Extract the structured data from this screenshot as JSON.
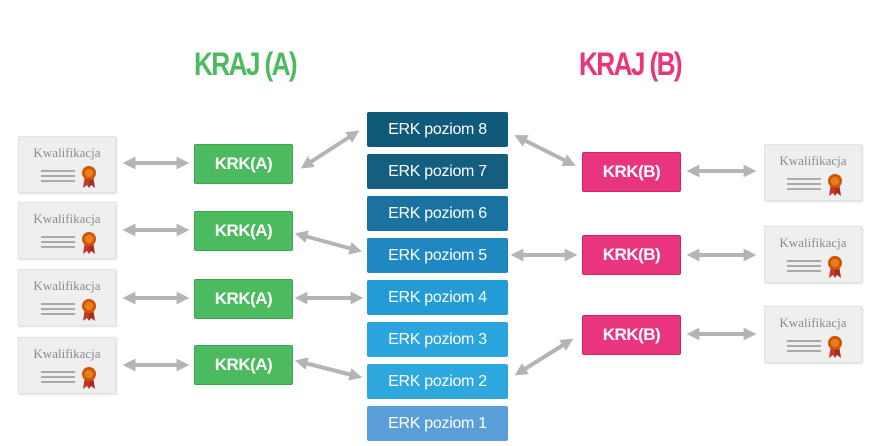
{
  "headings": {
    "country_a": "KRAJ (A)",
    "country_b": "KRAJ (B)"
  },
  "colors": {
    "country_a": "#4cbb5f",
    "country_b": "#e9357d",
    "arrow": "#b4b4b4",
    "erk_levels": [
      "#0f5a78",
      "#145f80",
      "#1a72a3",
      "#1f88c2",
      "#229bd6",
      "#2aa5dd",
      "#2ea7df",
      "#5a9fd9"
    ]
  },
  "qualification_label": "Kwalifikacja",
  "seal_icon": "award-ribbon-icon",
  "krk_a": [
    "KRK(A)",
    "KRK(A)",
    "KRK(A)",
    "KRK(A)"
  ],
  "krk_b": [
    "KRK(B)",
    "KRK(B)",
    "KRK(B)"
  ],
  "erk_levels": [
    "ERK poziom 8",
    "ERK poziom 7",
    "ERK poziom 6",
    "ERK poziom 5",
    "ERK poziom 4",
    "ERK poziom 3",
    "ERK poziom 2",
    "ERK poziom 1"
  ]
}
